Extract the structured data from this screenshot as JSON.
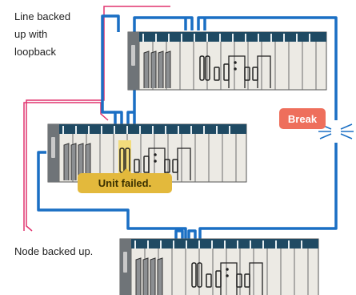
{
  "annotations": {
    "line_backed_up": "Line backed\nup with\nloopback",
    "node_backed_up": "Node backed up.",
    "break_label": "Break",
    "unit_failed_label": "Unit failed."
  },
  "colors": {
    "loop_line": "#1a6fc4",
    "redirect_line": "#e0336e",
    "break_badge": "#ee6f5c",
    "unit_failed_badge": "#e3b93c",
    "failed_unit_fill": "#f2dc7c",
    "rack_bezel": "#1f4a63",
    "rack_body": "#eceae4",
    "rack_slot_dark": "#8c8f92"
  },
  "racks": [
    {
      "id": "top",
      "state": "normal"
    },
    {
      "id": "middle",
      "state": "unit-failed"
    },
    {
      "id": "bottom",
      "state": "node-backed-up"
    }
  ]
}
